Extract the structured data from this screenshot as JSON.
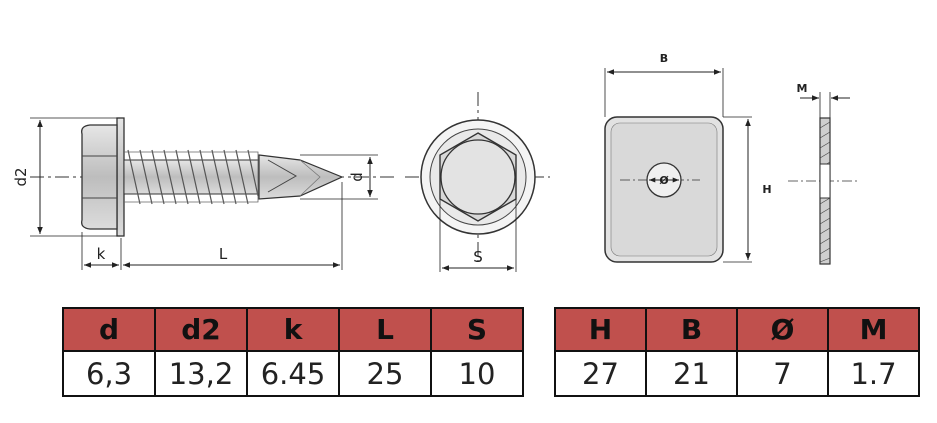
{
  "drawing": {
    "screw_side": {
      "d2": "d2",
      "k": "k",
      "L": "L",
      "d": "d"
    },
    "screw_head": {
      "S": "S"
    },
    "washer_front": {
      "B": "B",
      "H": "H",
      "hole": "Ø"
    },
    "washer_side": {
      "M": "M"
    }
  },
  "tables": {
    "screw": {
      "headers": [
        "d",
        "d2",
        "k",
        "L",
        "S"
      ],
      "values": [
        "6,3",
        "13,2",
        "6.45",
        "25",
        "10"
      ]
    },
    "washer": {
      "headers": [
        "H",
        "B",
        "Ø",
        "M"
      ],
      "values": [
        "27",
        "21",
        "7",
        "1.7"
      ]
    }
  },
  "colors": {
    "header_fill": "#c0504d",
    "line": "#222222"
  }
}
